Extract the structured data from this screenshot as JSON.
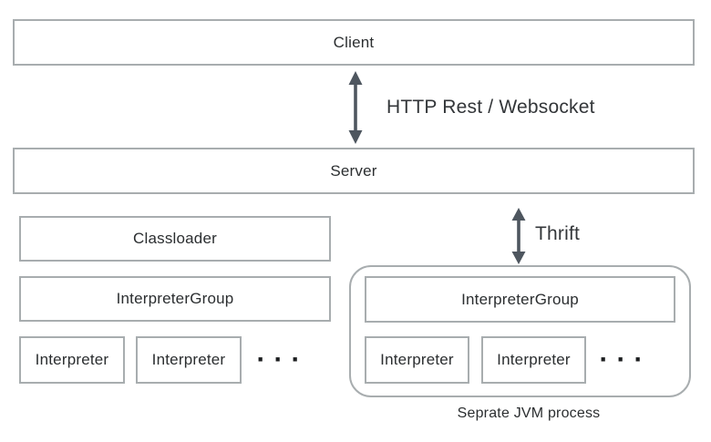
{
  "diagram": {
    "client": {
      "label": "Client"
    },
    "server": {
      "label": "Server"
    },
    "connections": {
      "client_server_label": "HTTP Rest / Websocket",
      "server_remote_label": "Thrift"
    },
    "local_stack": {
      "classloader_label": "Classloader",
      "group_label": "InterpreterGroup",
      "interpreters": [
        "Interpreter",
        "Interpreter"
      ],
      "ellipsis": "···"
    },
    "remote_stack": {
      "group_label": "InterpreterGroup",
      "interpreters": [
        "Interpreter",
        "Interpreter"
      ],
      "ellipsis": "···",
      "caption": "Seprate JVM process"
    },
    "colors": {
      "box_border": "#a8adaf",
      "arrow": "#4e565f",
      "text": "#2b2e30"
    }
  }
}
